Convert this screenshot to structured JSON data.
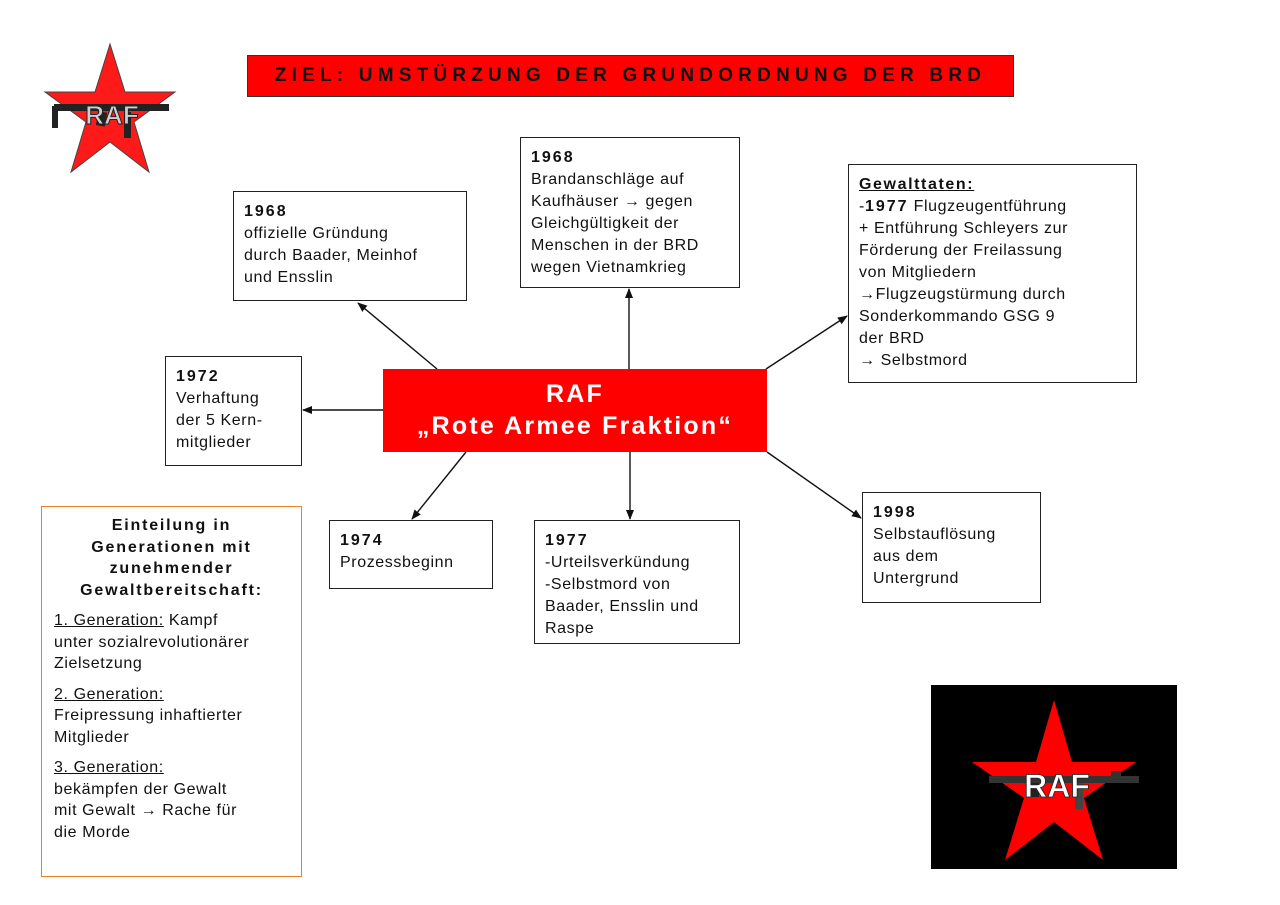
{
  "title": "ZIEL: UMSTÜRZUNG DER GRUNDORDNUNG DER BRD",
  "center": {
    "line1": "RAF",
    "line2": "„Rote Armee Fraktion“",
    "color": "#ff0000"
  },
  "logos": {
    "top_left": {
      "icon": "raf-star-logo-icon",
      "text": "RAF",
      "background": "#ffffff"
    },
    "bottom_right": {
      "icon": "raf-star-logo-icon",
      "text": "RAF",
      "background": "#000000"
    }
  },
  "boxes": {
    "founding": {
      "year": "1968",
      "lines": [
        "offizielle Gründung",
        "durch Baader, Meinhof",
        "und Ensslin"
      ]
    },
    "arson": {
      "year": "1968",
      "lines": [
        "Brandanschläge auf",
        "Kaufhäuser → gegen",
        "Gleichgültigkeit der",
        "Menschen in der BRD",
        "wegen Vietnamkrieg"
      ]
    },
    "violence": {
      "heading": "Gewalttaten:",
      "year_prefix": "-",
      "year": "1977",
      "first_line_rest": " Flugzeugentführung",
      "lines": [
        "+ Entführung Schleyers zur",
        "Förderung der Freilassung",
        "von Mitgliedern",
        "→Flugzeugstürmung durch",
        "Sonderkommando GSG 9",
        "der BRD",
        "→ Selbstmord"
      ]
    },
    "arrest": {
      "year": "1972",
      "lines": [
        "Verhaftung",
        "der 5 Kern-",
        "mitglieder"
      ]
    },
    "trial": {
      "year": "1974",
      "lines": [
        "Prozessbeginn"
      ]
    },
    "verdict": {
      "year": "1977",
      "lines": [
        "-Urteilsverkündung",
        "-Selbstmord von",
        "Baader, Ensslin und",
        "Raspe"
      ]
    },
    "dissolution": {
      "year": "1998",
      "lines": [
        "Selbstauflösung",
        "aus dem",
        "Untergrund"
      ]
    }
  },
  "generations": {
    "heading": [
      "Einteilung in",
      "Generationen mit",
      "zunehmender",
      "Gewaltbereitschaft:"
    ],
    "items": [
      {
        "label": "1. Generation:",
        "text_inline": " Kampf",
        "lines": [
          "unter sozialrevolutionärer",
          "Zielsetzung"
        ]
      },
      {
        "label": "2. Generation:",
        "text_inline": "",
        "lines": [
          "Freipressung inhaftierter",
          "Mitglieder"
        ]
      },
      {
        "label": "3. Generation:",
        "text_inline": "",
        "lines": [
          "bekämpfen der Gewalt",
          "mit Gewalt → Rache für",
          "die Morde"
        ]
      }
    ],
    "border_color": "#f07f2a"
  }
}
